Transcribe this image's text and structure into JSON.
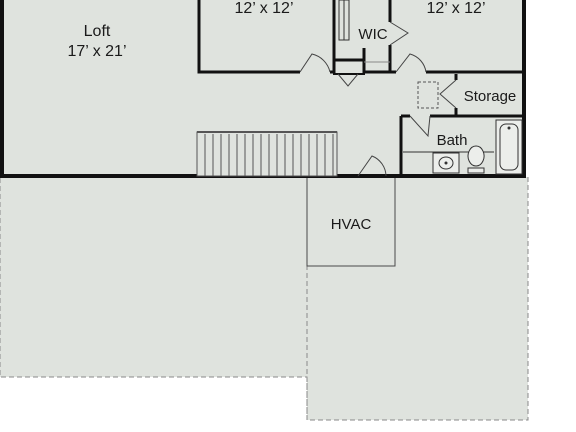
{
  "rooms": {
    "loft": {
      "name": "Loft",
      "size": "17’ x 21’"
    },
    "bedroom_left": {
      "size": "12’ x 12’"
    },
    "bedroom_right": {
      "size": "12’ x 12’"
    },
    "wic": {
      "name": "WIC"
    },
    "storage": {
      "name": "Storage"
    },
    "bath": {
      "name": "Bath"
    },
    "hvac": {
      "name": "HVAC"
    }
  },
  "colors": {
    "floor": "#dfe3de",
    "wall": "#111111",
    "dashed": "#8a8a8a",
    "background": "#ffffff"
  }
}
